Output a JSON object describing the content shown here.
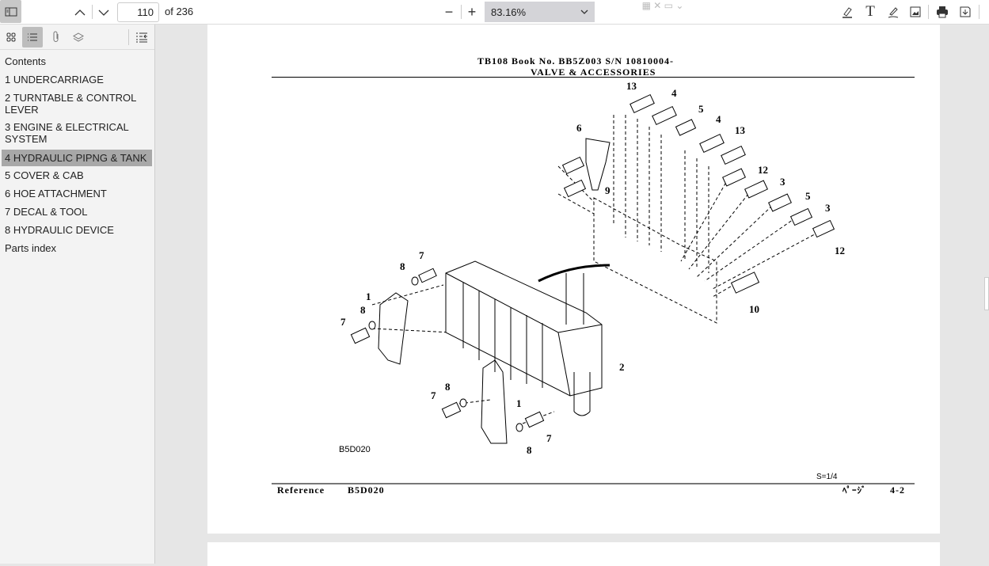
{
  "toolbar": {
    "page_current": "110",
    "page_total_label": "of 236",
    "zoom_value": "83.16%"
  },
  "sidebar": {
    "items": [
      {
        "label": "Contents"
      },
      {
        "label": "1 UNDERCARRIAGE"
      },
      {
        "label": "2 TURNTABLE & CONTROL LEVER"
      },
      {
        "label": "3 ENGINE & ELECTRICAL SYSTEM"
      },
      {
        "label": "4 HYDRAULIC PIPNG & TANK"
      },
      {
        "label": "5 COVER & CAB"
      },
      {
        "label": "6 HOE ATTACHMENT"
      },
      {
        "label": "7 DECAL & TOOL"
      },
      {
        "label": "8 HYDRAULIC DEVICE"
      },
      {
        "label": "Parts index"
      }
    ]
  },
  "document": {
    "header_line1": "TB108  Book No. BB5Z003  S/N  10810004-",
    "header_line2": "VALVE & ACCESSORIES",
    "figure_code": "B5D020",
    "scale": "S=1/4",
    "footer_reference_label": "Reference",
    "footer_reference_value": "B5D020",
    "footer_page_label": "ﾍﾟｰｼﾞ",
    "footer_page_number": "4-2",
    "callouts": [
      "13",
      "4",
      "5",
      "4",
      "13",
      "6",
      "12",
      "3",
      "9",
      "5",
      "3",
      "12",
      "10",
      "8",
      "7",
      "1",
      "8",
      "7",
      "2",
      "8",
      "7",
      "1",
      "7",
      "8"
    ]
  }
}
